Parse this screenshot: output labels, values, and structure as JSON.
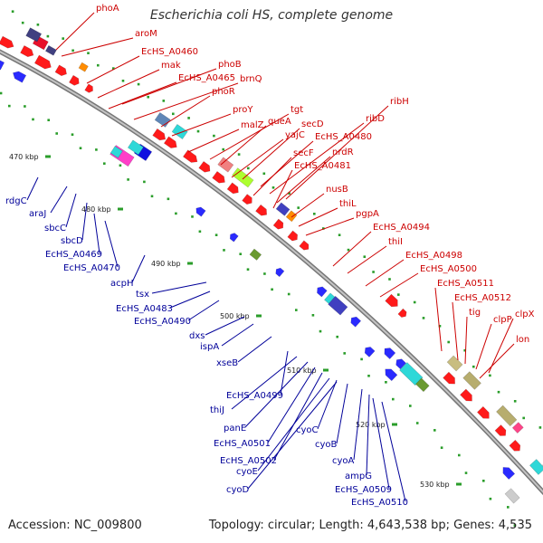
{
  "title": "Escherichia coli HS, complete genome",
  "accession": "Accession: NC_009800",
  "topology": "Topology: circular; Length: 4,643,538 bp; Genes: 4,535",
  "colors": {
    "forward_label": "#cc0000",
    "reverse_label": "#000099",
    "backbone": "#888888",
    "forward_arrow": "#ff0000",
    "reverse_arrow": "#0000ff"
  },
  "kbp_ticks": [
    "470 kbp",
    "480 kbp",
    "490 kbp",
    "500 kbp",
    "510 kbp",
    "520 kbp",
    "530 kbp"
  ],
  "forward_genes": [
    "phoA",
    "aroM",
    "EcHS_A0460",
    "mak",
    "phoB",
    "EcHS_A0465",
    "brnQ",
    "phoR",
    "proY",
    "tgt",
    "malZ",
    "queA",
    "yajC",
    "secD",
    "secF",
    "EcHS_A0480",
    "ribD",
    "ribH",
    "nrdR",
    "EcHS_A0481",
    "nusB",
    "thiL",
    "pgpA",
    "EcHS_A0494",
    "thiI",
    "EcHS_A0498",
    "EcHS_A0500",
    "EcHS_A0511",
    "EcHS_A0512",
    "tig",
    "clpP",
    "clpX",
    "lon"
  ],
  "reverse_genes": [
    "rdgC",
    "araJ",
    "sbcC",
    "sbcD",
    "EcHS_A0469",
    "EcHS_A0470",
    "acpH",
    "tsx",
    "EcHS_A0483",
    "EcHS_A0490",
    "dxs",
    "ispA",
    "xseB",
    "EcHS_A0499",
    "thiJ",
    "panE",
    "EcHS_A0501",
    "EcHS_A0502",
    "cyoC",
    "cyoE",
    "cyoB",
    "cyoD",
    "cyoA",
    "ampG",
    "EcHS_A0509",
    "EcHS_A0510"
  ]
}
